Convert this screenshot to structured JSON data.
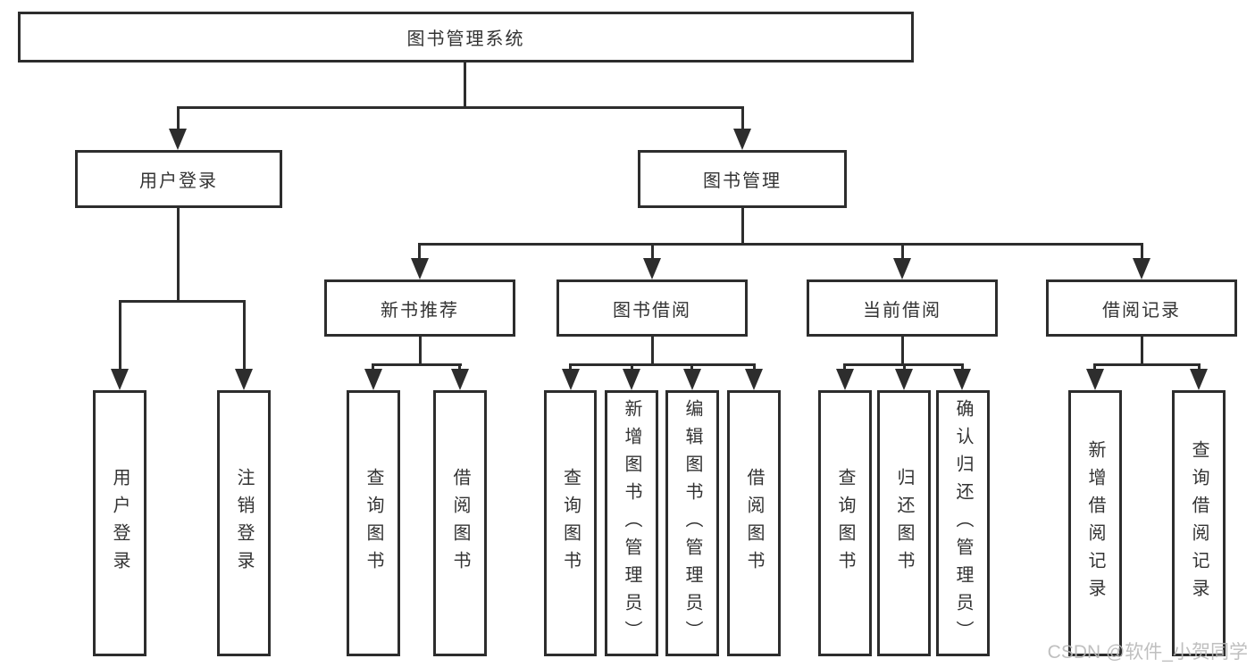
{
  "diagram": {
    "type": "tree-structure-chart",
    "nodes": {
      "root": "图书管理系统",
      "user_login": "用户登录",
      "book_management": "图书管理",
      "new_book_recommend": "新书推荐",
      "book_borrow": "图书借阅",
      "current_borrow": "当前借阅",
      "borrow_record": "借阅记录",
      "leaf_user_login": "用户登录",
      "leaf_logout_login": "注销登录",
      "leaf_query_book_1": "查询图书",
      "leaf_borrow_book_1": "借阅图书",
      "leaf_query_book_2": "查询图书",
      "leaf_add_book_admin": "新增图书（管理员）",
      "leaf_edit_book_admin": "编辑图书（管理员）",
      "leaf_borrow_book_2": "借阅图书",
      "leaf_query_book_3": "查询图书",
      "leaf_return_book": "归还图书",
      "leaf_confirm_return_admin": "确认归还（管理员）",
      "leaf_add_borrow_record": "新增借阅记录",
      "leaf_query_borrow_record": "查询借阅记录"
    },
    "edges": [
      [
        "图书管理系统",
        "用户登录"
      ],
      [
        "图书管理系统",
        "图书管理"
      ],
      [
        "用户登录",
        "用户登录(叶)"
      ],
      [
        "用户登录",
        "注销登录"
      ],
      [
        "图书管理",
        "新书推荐"
      ],
      [
        "图书管理",
        "图书借阅"
      ],
      [
        "图书管理",
        "当前借阅"
      ],
      [
        "图书管理",
        "借阅记录"
      ],
      [
        "新书推荐",
        "查询图书"
      ],
      [
        "新书推荐",
        "借阅图书"
      ],
      [
        "图书借阅",
        "查询图书"
      ],
      [
        "图书借阅",
        "新增图书（管理员）"
      ],
      [
        "图书借阅",
        "编辑图书（管理员）"
      ],
      [
        "图书借阅",
        "借阅图书"
      ],
      [
        "当前借阅",
        "查询图书"
      ],
      [
        "当前借阅",
        "归还图书"
      ],
      [
        "当前借阅",
        "确认归还（管理员）"
      ],
      [
        "借阅记录",
        "新增借阅记录"
      ],
      [
        "借阅记录",
        "查询借阅记录"
      ]
    ],
    "colors": {
      "line": "#2d2d2d",
      "box_border": "#2d2d2d",
      "box_fill": "#ffffff",
      "text": "#333333",
      "watermark": "#b9b9b9",
      "background": "#ffffff"
    }
  },
  "watermark": "CSDN @软件_小贺同学"
}
